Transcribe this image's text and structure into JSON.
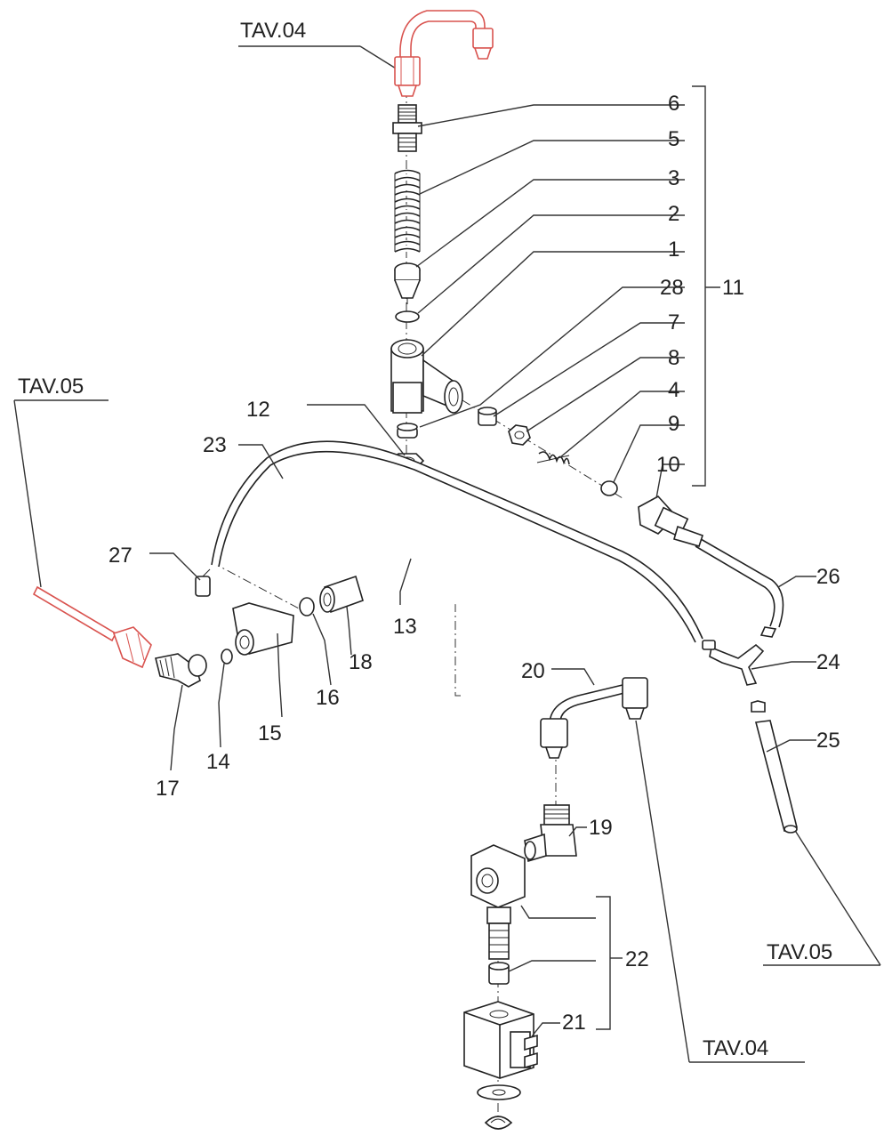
{
  "colors": {
    "line": "#222222",
    "highlight": "#d9534f",
    "background": "#ffffff"
  },
  "references": {
    "tav04_top": "TAV.04",
    "tav05_left": "TAV.05",
    "tav05_right": "TAV.05",
    "tav04_bottom": "TAV.04"
  },
  "callouts": {
    "c1": "1",
    "c2": "2",
    "c3": "3",
    "c4": "4",
    "c5": "5",
    "c6": "6",
    "c7": "7",
    "c8": "8",
    "c9": "9",
    "c10": "10",
    "c11": "11",
    "c12": "12",
    "c13": "13",
    "c14": "14",
    "c15": "15",
    "c16": "16",
    "c17": "17",
    "c18": "18",
    "c19": "19",
    "c20": "20",
    "c21": "21",
    "c22": "22",
    "c23": "23",
    "c24": "24",
    "c25": "25",
    "c26": "26",
    "c27": "27",
    "c28": "28"
  }
}
